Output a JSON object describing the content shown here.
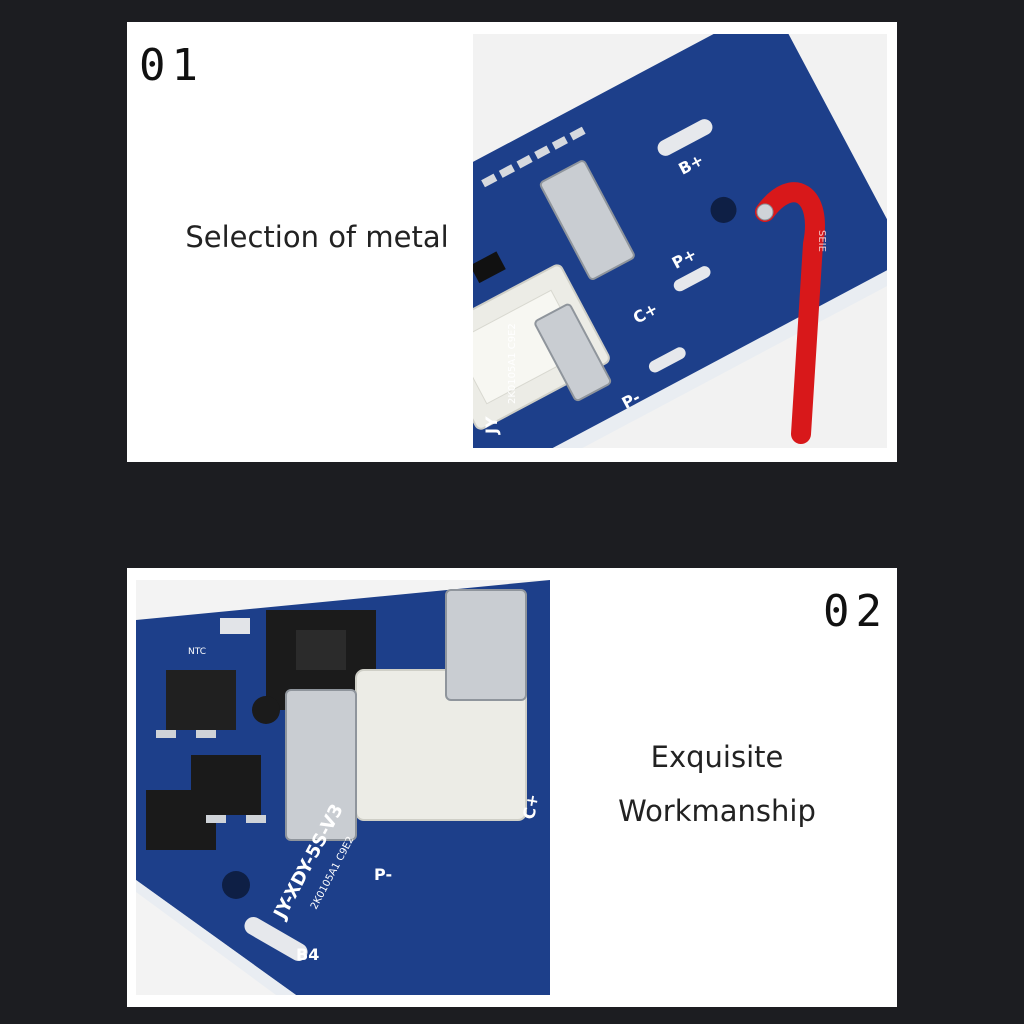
{
  "sections": [
    {
      "number": "01",
      "caption": "Selection of metal",
      "photo_labels": [
        "B+",
        "P+",
        "C+",
        "P-",
        "JY",
        "2K0105A1 C9E2",
        "SEIE"
      ]
    },
    {
      "number": "02",
      "caption_lines": [
        "Exquisite",
        "Workmanship"
      ],
      "photo_labels": [
        "NTC",
        "JY-XDY-5S-V3",
        "2K0105A1 C9E2",
        "P-",
        "C+",
        "B4"
      ]
    }
  ],
  "colors": {
    "background": "#1c1d21",
    "card": "#ffffff",
    "pcb_blue": "#1d3f8a",
    "wire_red": "#d8181a"
  }
}
